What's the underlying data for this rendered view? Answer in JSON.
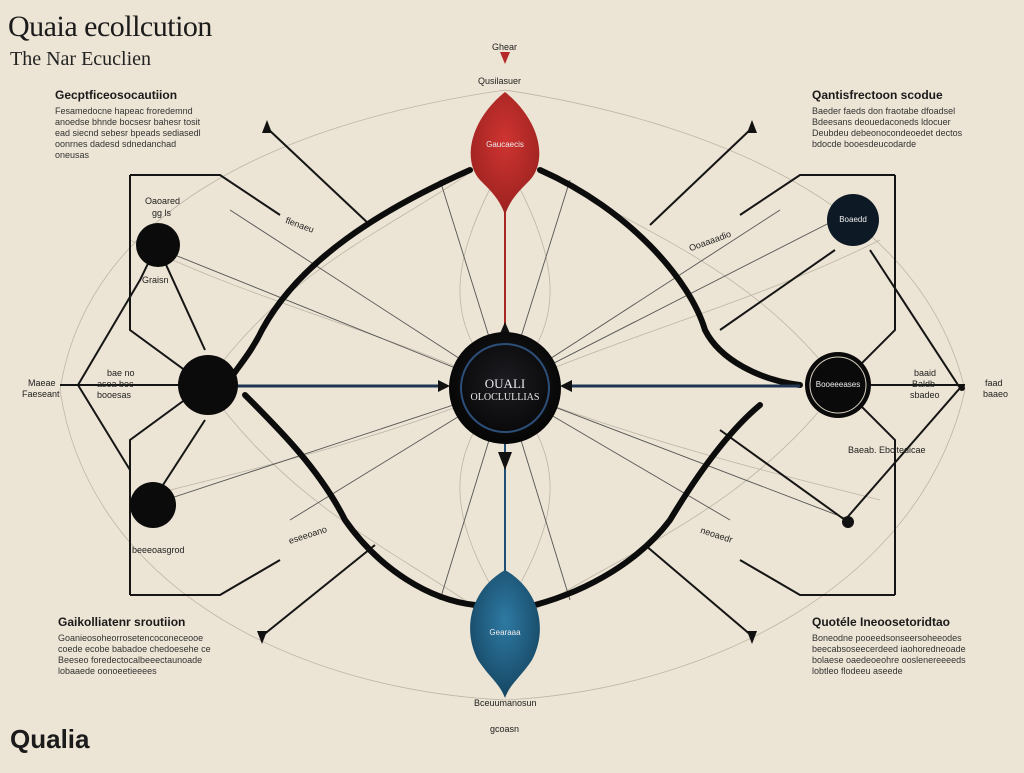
{
  "title": "Quaia ecollcution",
  "subtitle": "The Nar Ecuclien",
  "footer_title": "Qualia",
  "blocks": {
    "top_left": {
      "heading": "Gecptficeosocautiion",
      "lines": [
        "Fesamedocne hapeac froredemnd",
        "anoedse bhnde bocsesr bahesr tosit",
        "ead siecnd sebesr bpeads sediasedl",
        "oonrnes dadesd sdnedanchad",
        "oneusas"
      ]
    },
    "top_right": {
      "heading": "Qantisfrectoon scodue",
      "lines": [
        "Baeder faeds don fraotabe dfoadsel",
        "Bdeesans deouedaconeds ldocuer",
        "Deubdeu debeonocondeoedet dectos",
        "bdocde booesdeucodarde"
      ]
    },
    "bottom_left": {
      "heading": "Gaikolliatenr sroutiion",
      "lines": [
        "Goanieosoheorrosetencoconeceooe",
        "coede ecobe babadoe chedoesehe ce",
        "Beeseo foredectocalbeeectaunoade",
        "lobaaede oonoeetieeees"
      ]
    },
    "bottom_right": {
      "heading": "Quotéle Ineoosetoridtao",
      "lines": [
        "Boneodne pooeedsonseersoheeodes",
        "beecabsoseecerdeed iaohoredneoade",
        "bolaese oaedeoeohre ooslenereeeeds",
        "lobtleo flodeeu aseede"
      ]
    }
  },
  "labels": {
    "top_node_caption_1": "Ghear",
    "top_node_caption_2": "Qusilasuer",
    "top_node_inner": "Gaucaecis",
    "center_line1": "OUALI",
    "center_line2": "OLOCLULLIAS",
    "bottom_node_inner": "Gearaaa",
    "bottom_node_caption_1": "Bceuumanosun",
    "bottom_node_caption_2": "gcoasn",
    "left_upper_node_caption_1": "Oaoared",
    "left_upper_node_caption_2": "gg ls",
    "left_upper_node_caption_3": "Graisn",
    "right_upper_node_inner": "Boaedd",
    "left_outer_1": "Maeae",
    "left_outer_2": "Faeseant",
    "left_mid_1": "bae no",
    "left_mid_2": "asoa bec",
    "left_mid_3": "booesas",
    "right_mid_node_inner": "Booeeeases",
    "right_mid_1": "baaid",
    "right_mid_2": "Baldb",
    "right_mid_3": "sbadeo",
    "right_outer_1": "faad",
    "right_outer_2": "baaeo",
    "right_lower_caption": "Baeab. Ebcitedicae",
    "left_lower_node_caption": "beeeoasgrod",
    "arm_label_tl": "flenaeu",
    "arm_label_tr": "Ooaaaadio",
    "arm_label_bl": "eseeoano",
    "arm_label_br": "neoaedr"
  },
  "colors": {
    "background": "#ece4d4",
    "ink": "#141414",
    "red_node": "#b52a28",
    "blue_node": "#1f5a7e",
    "center_ring": "#2c4e78"
  }
}
